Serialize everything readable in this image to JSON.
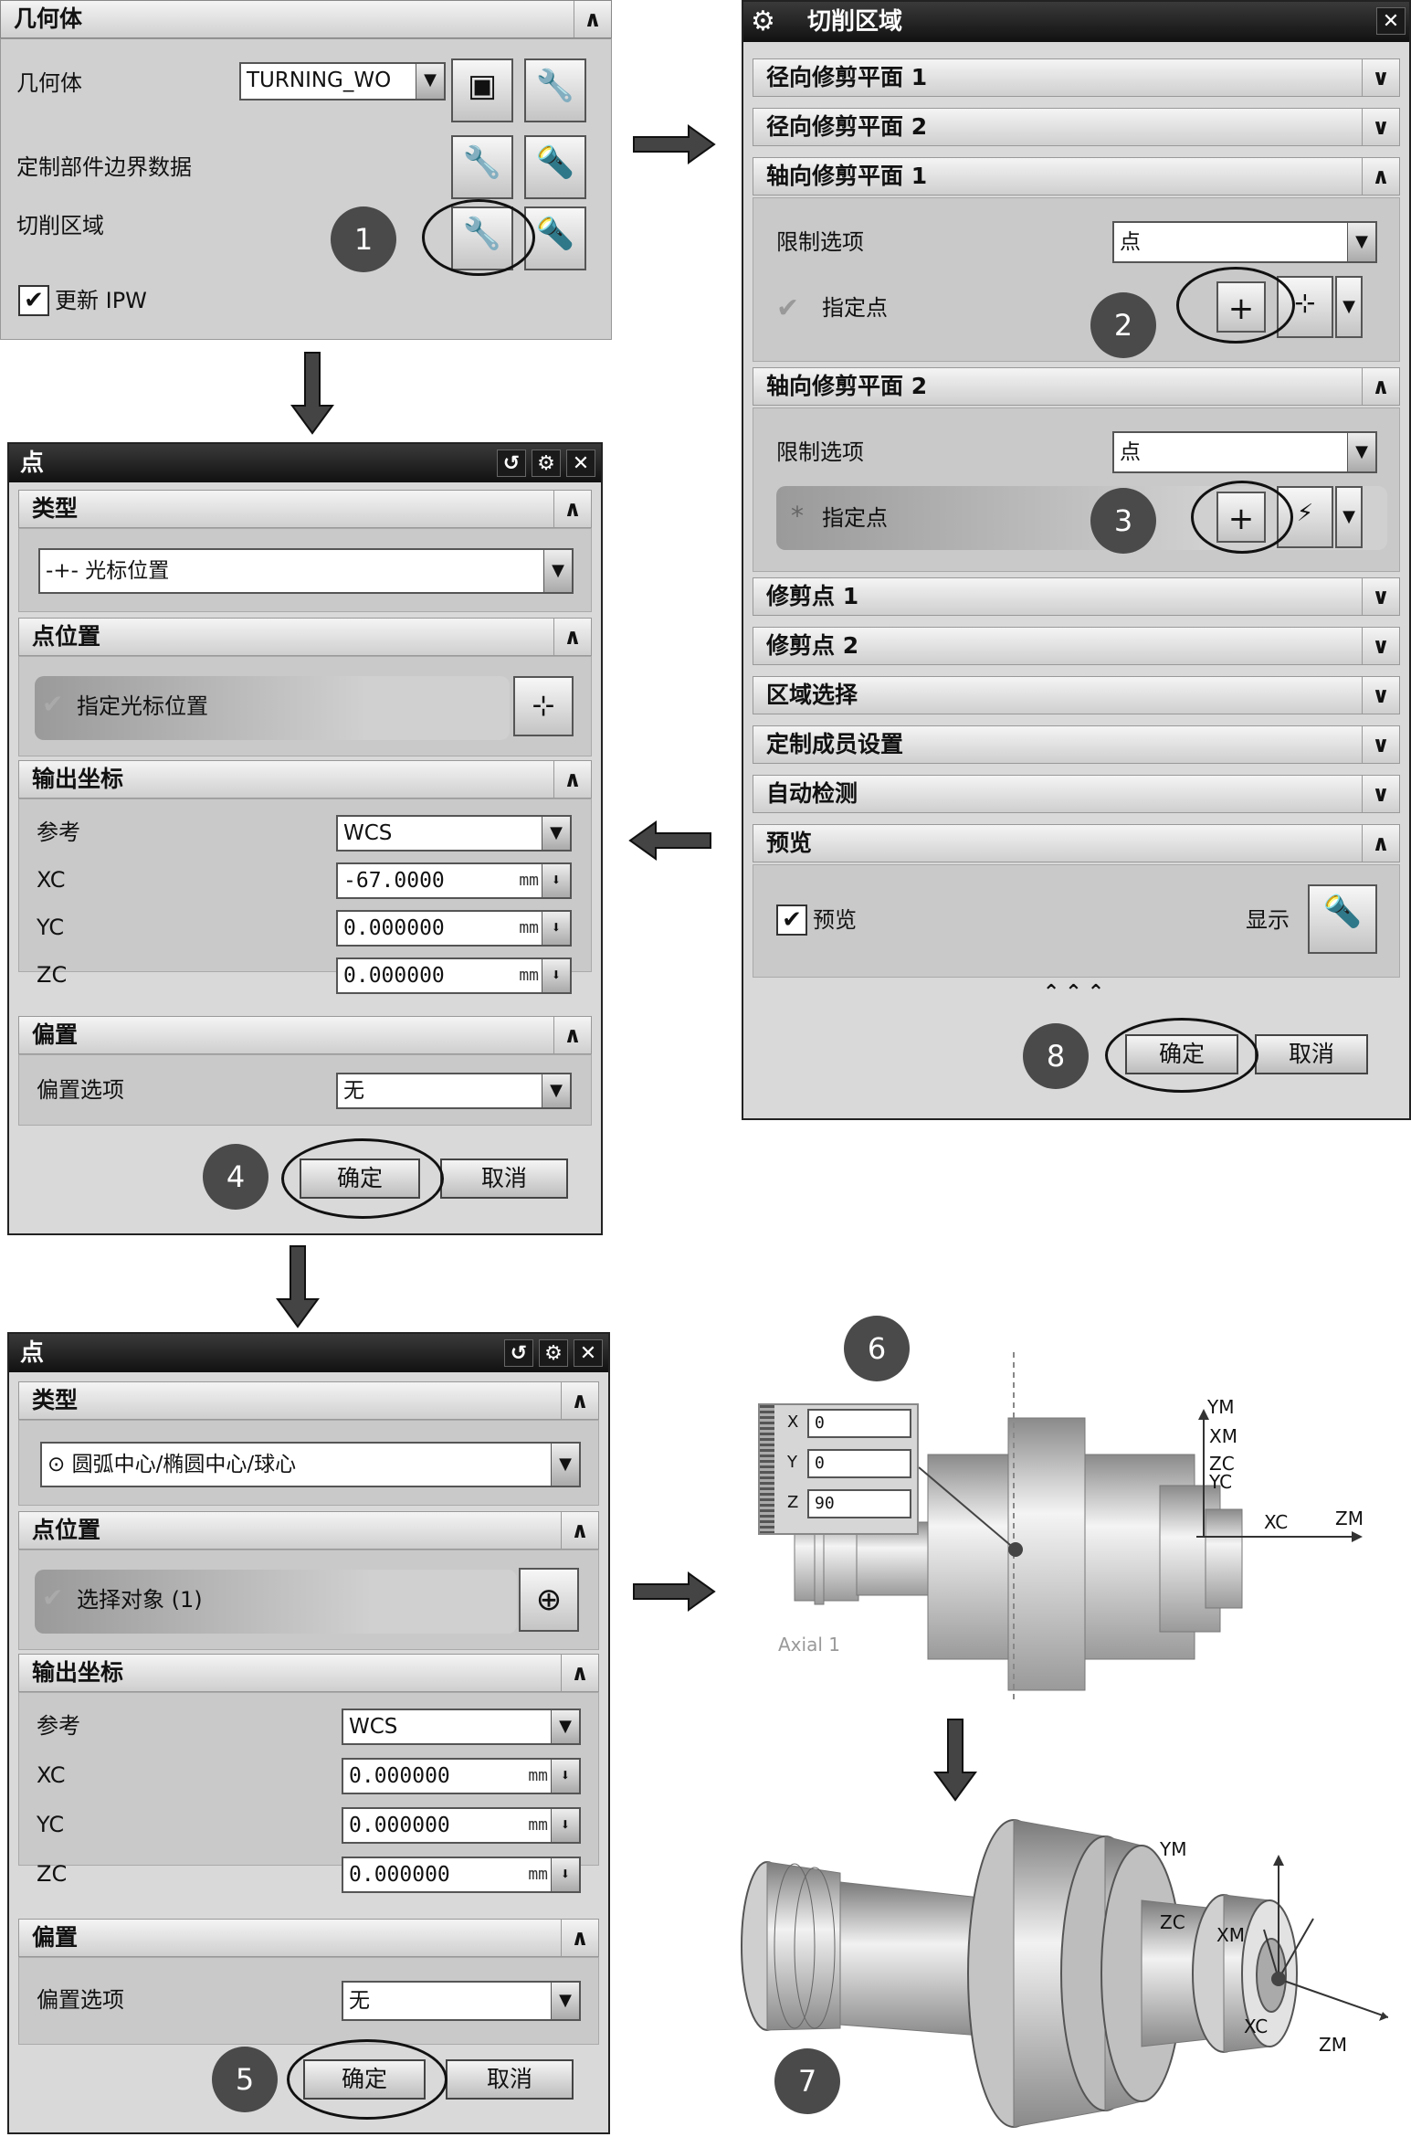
{
  "geometry_panel": {
    "title": "几何体",
    "geometry_label": "几何体",
    "geometry_value": "TURNING_WO",
    "custom_boundary_label": "定制部件边界数据",
    "cut_region_label": "切削区域",
    "update_ipw_label": "更新 IPW",
    "update_ipw_checked": true
  },
  "cut_region_dialog": {
    "title": "切削区域",
    "sections": {
      "radial1": "径向修剪平面 1",
      "radial2": "径向修剪平面 2",
      "axial1": "轴向修剪平面 1",
      "axial2": "轴向修剪平面 2",
      "trim1": "修剪点 1",
      "trim2": "修剪点 2",
      "region_select": "区域选择",
      "custom_member": "定制成员设置",
      "auto_detect": "自动检测",
      "preview": "预览"
    },
    "limit_option_label": "限制选项",
    "limit_option_value_1": "点",
    "limit_option_value_2": "点",
    "specify_point_label_1": "指定点",
    "specify_point_label_2": "指定点",
    "preview_checkbox_label": "预览",
    "show_label": "显示",
    "ok_label": "确定",
    "cancel_label": "取消"
  },
  "point_dialog_1": {
    "title": "点",
    "type_section": "类型",
    "type_value": "光标位置",
    "point_location_section": "点位置",
    "specify_label": "指定光标位置",
    "output_section": "输出坐标",
    "reference_label": "参考",
    "reference_value": "WCS",
    "xc_label": "XC",
    "xc_value": "-67.0000",
    "yc_label": "YC",
    "yc_value": "0.000000",
    "zc_label": "ZC",
    "zc_value": "0.000000",
    "unit": "mm",
    "offset_section": "偏置",
    "offset_label": "偏置选项",
    "offset_value": "无",
    "ok_label": "确定",
    "cancel_label": "取消"
  },
  "point_dialog_2": {
    "title": "点",
    "type_section": "类型",
    "type_value": "圆弧中心/椭圆中心/球心",
    "point_location_section": "点位置",
    "specify_label": "选择对象 (1)",
    "output_section": "输出坐标",
    "reference_label": "参考",
    "reference_value": "WCS",
    "xc_label": "XC",
    "xc_value": "0.000000",
    "yc_label": "YC",
    "yc_value": "0.000000",
    "zc_label": "ZC",
    "zc_value": "0.000000",
    "unit": "mm",
    "offset_section": "偏置",
    "offset_label": "偏置选项",
    "offset_value": "无",
    "ok_label": "确定",
    "cancel_label": "取消"
  },
  "viewport_6": {
    "x_label": "X",
    "x_value": "0",
    "y_label": "Y",
    "y_value": "0",
    "z_label": "Z",
    "z_value": "90",
    "axial_label": "Axial 1",
    "axes": {
      "ym": "YM",
      "xm": "XM",
      "zc": "ZC",
      "yc": "YC",
      "xc": "XC",
      "zm": "ZM"
    }
  },
  "viewport_7": {
    "axes": {
      "ym": "YM",
      "zc": "ZC",
      "xm": "XM",
      "xc": "XC",
      "zm": "ZM"
    }
  },
  "steps": {
    "s1": "1",
    "s2": "2",
    "s3": "3",
    "s4": "4",
    "s5": "5",
    "s6": "6",
    "s7": "7",
    "s8": "8"
  },
  "icons": {
    "up": "∧",
    "down": "∨",
    "close": "✕",
    "gear": "⚙",
    "reset": "↺",
    "wrench": "🔧",
    "flashlight": "🔦",
    "point": "+",
    "crosshair": "⊕"
  }
}
